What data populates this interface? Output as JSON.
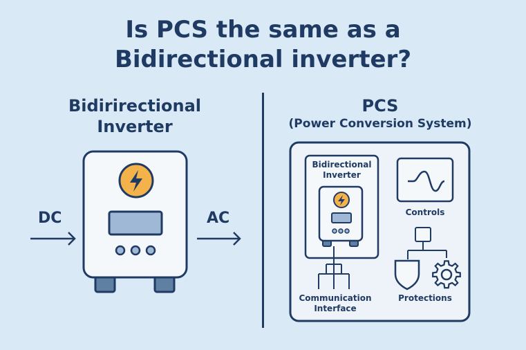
{
  "title": {
    "line1": "Is PCS the same as a",
    "line2": "Bidirectional inverter?"
  },
  "left": {
    "heading_line1": "Bidirirectional",
    "heading_line2": "Inverter",
    "input_label": "DC",
    "output_label": "AC"
  },
  "right": {
    "heading": "PCS",
    "subheading": "(Power Conversion System)",
    "inner_inverter_line1": "Bidirectional",
    "inner_inverter_line2": "Inverter",
    "controls_label": "Controls",
    "comm_line1": "Communication",
    "comm_line2": "Interface",
    "protections_label": "Protections"
  },
  "colors": {
    "background": "#d9e9f6",
    "navy": "#1f3a63",
    "panel": "#f5f8fb",
    "accent": "#f4b24a"
  },
  "icons": [
    "lightning-bolt-icon",
    "sine-wave-icon",
    "shield-icon",
    "gear-icon",
    "tree-network-icon"
  ]
}
